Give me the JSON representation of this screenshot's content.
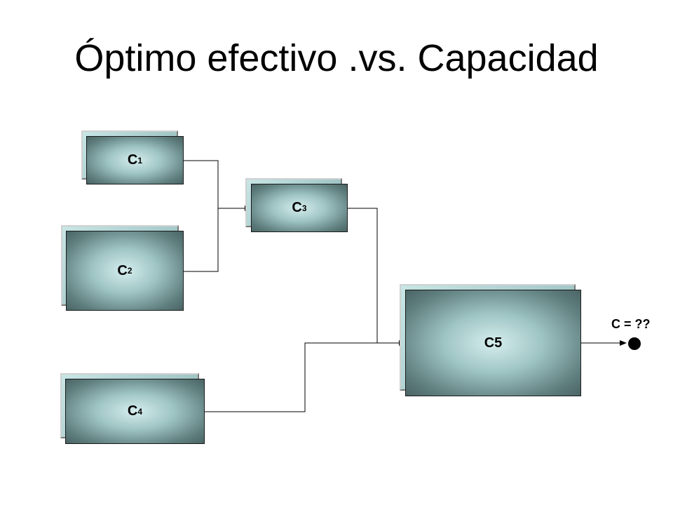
{
  "title": "Óptimo efectivo .vs. Capacidad",
  "blocks": {
    "c1": {
      "main": "C",
      "sub": "1"
    },
    "c2": {
      "main": "C",
      "sub": "2"
    },
    "c3": {
      "main": "C",
      "sub": "3"
    },
    "c4": {
      "main": "C",
      "sub": "4"
    },
    "c5": {
      "main": "C5"
    }
  },
  "output": {
    "label": "C = ??"
  }
}
